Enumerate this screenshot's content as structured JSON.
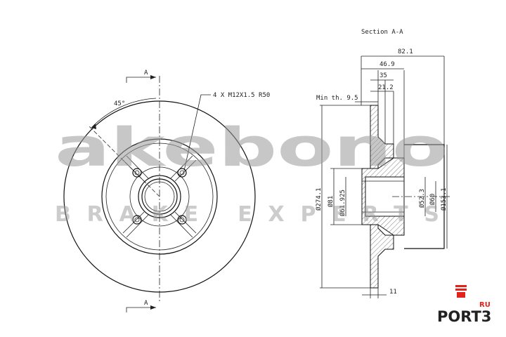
{
  "section_title": "Section A-A",
  "section_marker": "A",
  "thread_note": "4 X M12X1.5 R50",
  "angle_note": "45°",
  "min_thickness": "Min th. 9.5",
  "dims_top": [
    "82.1",
    "46.9",
    "35",
    "21.2"
  ],
  "dims_vertical": [
    "Ø274.1",
    "Ø81",
    "Ø61.925",
    "Ø52.3",
    "Ø60",
    "Ø153.1"
  ],
  "dim_bottom": "11",
  "watermark_brand": "akebono",
  "watermark_tagline": "BRAKE EXPERTS",
  "logo": {
    "top": "RU",
    "main": "PORT3",
    "accent": "#e2231a"
  }
}
